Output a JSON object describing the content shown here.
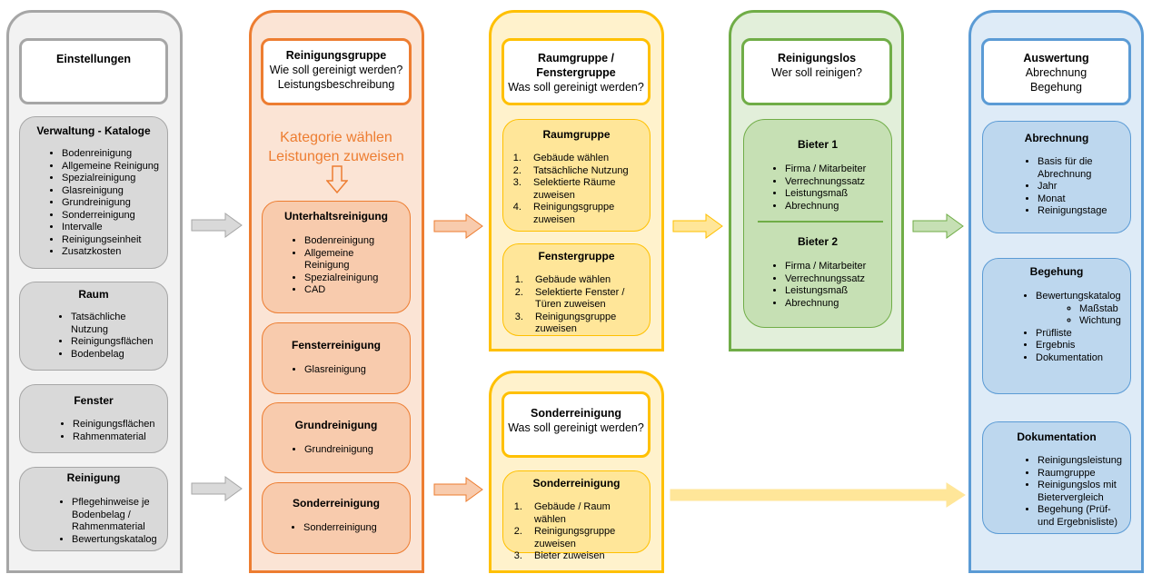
{
  "colors": {
    "grey": "#a6a6a6",
    "grey_fill": "#f2f2f2",
    "grey_card": "#d9d9d9",
    "orange": "#ed7d31",
    "orange_fill": "#fbe4d5",
    "orange_card": "#f8cbad",
    "yellow": "#ffc000",
    "yellow_fill": "#fff2cc",
    "yellow_card": "#ffe699",
    "green": "#70ad47",
    "green_fill": "#e2efda",
    "green_card": "#c6e0b4",
    "blue": "#5b9bd5",
    "blue_fill": "#deebf7",
    "blue_card": "#bdd7ee"
  },
  "einstellungen": {
    "title": "Einstellungen",
    "verwaltung": {
      "title": "Verwaltung - Kataloge",
      "items": [
        "Bodenreinigung",
        "Allgemeine Reinigung",
        "Spezialreinigung",
        "Glasreinigung",
        "Grundreinigung",
        "Sonderreinigung",
        "Intervalle",
        "Reinigungseinheit",
        "Zusatzkosten"
      ]
    },
    "raum": {
      "title": "Raum",
      "items": [
        "Tatsächliche Nutzung",
        "Reinigungsflächen",
        "Bodenbelag"
      ]
    },
    "fenster": {
      "title": "Fenster",
      "items": [
        "Reinigungsflächen",
        "Rahmenmaterial"
      ]
    },
    "reinigung": {
      "title": "Reinigung",
      "items": [
        "Pflegehinweise je Bodenbelag / Rahmenmaterial",
        "Bewertungskatalog"
      ]
    }
  },
  "reinigungsgruppe": {
    "title": "Reinigungsgruppe",
    "sub1": "Wie soll gereinigt werden?",
    "sub2": "Leistungsbeschreibung",
    "note1": "Kategorie wählen",
    "note2": "Leistungen zuweisen",
    "unterhalt": {
      "title": "Unterhaltsreinigung",
      "items": [
        "Bodenreinigung",
        "Allgemeine Reinigung",
        "Spezialreinigung",
        "CAD"
      ]
    },
    "fenster": {
      "title": "Fensterreinigung",
      "items": [
        "Glasreinigung"
      ]
    },
    "grund": {
      "title": "Grundreinigung",
      "items": [
        "Grundreinigung"
      ]
    },
    "sonder": {
      "title": "Sonderreinigung",
      "items": [
        "Sonderreinigung"
      ]
    }
  },
  "raumgruppe": {
    "title": "Raumgruppe / Fenstergruppe",
    "sub": "Was soll gereinigt werden?",
    "raum": {
      "title": "Raumgruppe",
      "items": [
        "Gebäude wählen",
        "Tatsächliche Nutzung",
        "Selektierte Räume zuweisen",
        "Reinigungsgruppe zuweisen"
      ]
    },
    "fenster": {
      "title": "Fenstergruppe",
      "items": [
        "Gebäude wählen",
        "Selektierte Fenster / Türen zuweisen",
        "Reinigungsgruppe zuweisen"
      ]
    }
  },
  "sonderreinigung": {
    "title": "Sonderreinigung",
    "sub": "Was soll gereinigt werden?",
    "card": {
      "title": "Sonderreinigung",
      "items": [
        "Gebäude / Raum wählen",
        "Reinigungsgruppe zuweisen",
        "Bieter zuweisen"
      ]
    }
  },
  "reinigungslos": {
    "title": "Reinigungslos",
    "sub": "Wer soll reinigen?",
    "bieter1": {
      "title": "Bieter 1",
      "items": [
        "Firma / Mitarbeiter",
        "Verrechnungssatz",
        "Leistungsmaß",
        "Abrechnung"
      ]
    },
    "bieter2": {
      "title": "Bieter 2",
      "items": [
        "Firma / Mitarbeiter",
        "Verrechnungssatz",
        "Leistungsmaß",
        "Abrechnung"
      ]
    }
  },
  "auswertung": {
    "title": "Auswertung",
    "sub1": "Abrechnung",
    "sub2": "Begehung",
    "abrechnung": {
      "title": "Abrechnung",
      "items": [
        "Basis für die Abrechnung",
        "Jahr",
        "Monat",
        "Reinigungstage"
      ]
    },
    "begehung": {
      "title": "Begehung",
      "item1": "Bewertungskatalog",
      "subitems": [
        "Maßstab",
        "Wichtung"
      ],
      "items": [
        "Prüfliste",
        "Ergebnis",
        "Dokumentation"
      ]
    },
    "dokumentation": {
      "title": "Dokumentation",
      "items": [
        "Reinigungsleistung",
        "Raumgruppe",
        "Reinigungslos mit Bietervergleich",
        "Begehung (Prüf- und Ergebnisliste)"
      ]
    }
  }
}
